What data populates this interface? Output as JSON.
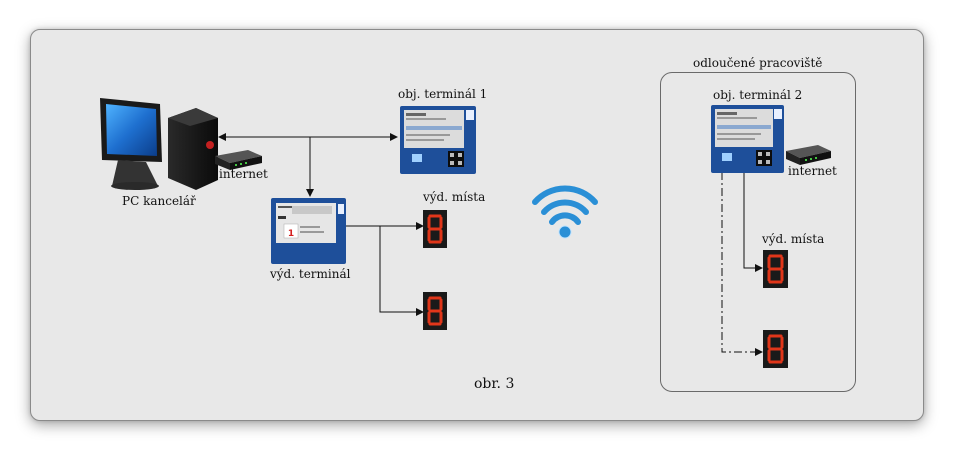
{
  "labels": {
    "pc": "PC kancelář",
    "internet_left": "internet",
    "obj_terminal_1": "obj. terminál 1",
    "vyd_terminal": "výd. terminál",
    "vyd_mista_left": "výd. místa",
    "remote_title": "odloučené pracoviště",
    "obj_terminal_2": "obj. terminál 2",
    "internet_right": "internet",
    "vyd_mista_right": "výd. místa",
    "figure": "obr. 3"
  },
  "vyd_terminal_screen": {
    "number": "1"
  },
  "colors": {
    "terminal_blue": "#1e4f9a",
    "display_red": "#e0361a",
    "display_bg": "#1a1a1a",
    "wifi_blue": "#2a8fd6",
    "panel_bg": "#e8e8e8"
  }
}
